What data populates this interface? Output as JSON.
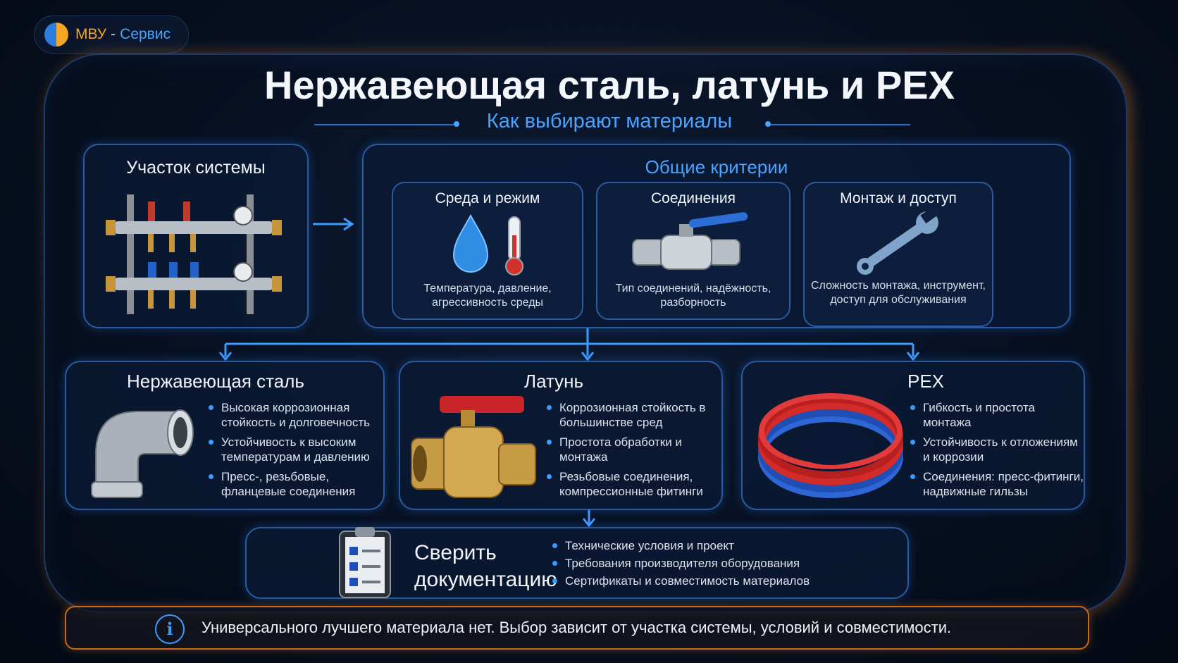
{
  "brand": {
    "part1": "МВУ",
    "sep": "-",
    "part2": "Сервис"
  },
  "title": "Нержавеющая сталь, латунь и PEX",
  "subtitle": "Как выбирают материалы",
  "system": {
    "title": "Участок системы",
    "image_icon": "manifold-icon"
  },
  "criteria": {
    "title": "Общие критерии",
    "cards": [
      {
        "title": "Среда и режим",
        "desc": "Температура, давление, агрессивность среды",
        "icon": "water-drop-thermometer-icon"
      },
      {
        "title": "Соединения",
        "desc": "Тип соединений, надёжность, разборность",
        "icon": "ball-valve-icon"
      },
      {
        "title": "Монтаж и доступ",
        "desc": "Сложность монтажа, инструмент, доступ для обслуживания",
        "icon": "wrench-icon"
      }
    ]
  },
  "materials": [
    {
      "title": "Нержавеющая сталь",
      "icon": "steel-elbow-icon",
      "bullets": [
        "Высокая коррозионная стойкость и долговечность",
        "Устойчивость к высоким температурам и давлению",
        "Пресс-, резьбовые, фланцевые соединения"
      ]
    },
    {
      "title": "Латунь",
      "icon": "brass-valve-icon",
      "bullets": [
        "Коррозионная стойкость в большинстве сред",
        "Простота обработки и монтажа",
        "Резьбовые соединения, компрессионные фитинги"
      ]
    },
    {
      "title": "PEX",
      "icon": "pex-coil-icon",
      "bullets": [
        "Гибкость и простота монтажа",
        "Устойчивость к отложениям и коррозии",
        "Соединения: пресс-фитинги, надвижные гильзы"
      ]
    }
  ],
  "docs": {
    "title": "Сверить документацию",
    "icon": "clipboard-checklist-icon",
    "items": [
      "Технические условия и проект",
      "Требования производителя оборудования",
      "Сертификаты и совместимость материалов"
    ]
  },
  "notice": {
    "icon": "info-icon",
    "text": "Универсального лучшего материала нет. Выбор зависит от участка системы, условий и совместимости."
  },
  "colors": {
    "accent": "#3c9bff",
    "border": "#2a5aa0",
    "warning": "#c46a1c",
    "background": "#071021"
  }
}
